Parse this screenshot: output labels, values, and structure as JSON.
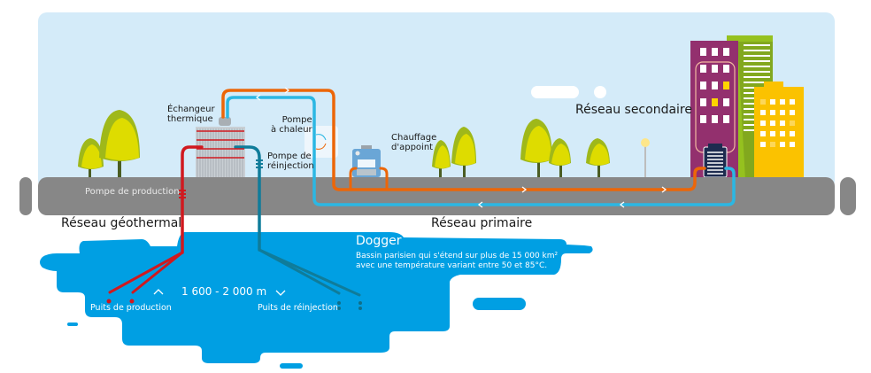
{
  "title": "Géothermie - réseau de chaleur",
  "labels": {
    "echangeur_line1": "Échangeur",
    "echangeur_line2": "thermique",
    "pompe_chaleur_line1": "Pompe",
    "pompe_chaleur_line2": "à chaleur",
    "pompe_reinjection_line1": "Pompe de",
    "pompe_reinjection_line2": "réinjection",
    "chauffage_line1": "Chauffage",
    "chauffage_line2": "d'appoint",
    "reseau_secondaire": "Réseau secondaire",
    "pompe_production": "Pompe de production",
    "reseau_geothermal": "Réseau géothermal",
    "reseau_primaire": "Réseau primaire",
    "dogger_title": "Dogger",
    "dogger_desc_line1": "Bassin parisien qui s'étend sur plus de 15 000 km²",
    "dogger_desc_line2": "avec une température variant entre 50 et 85°C.",
    "depth": "1 600 - 2 000 m",
    "puits_production": "Puits de production",
    "puits_reinjection": "Puits de réinjection"
  },
  "colors": {
    "sky": "#d4ebf9",
    "ground": "#878787",
    "aquifer": "#009fe3",
    "hot_pipe": "#d0191f",
    "cold_pipe": "#0f7c9a",
    "primary_hot": "#ec6608",
    "primary_cold": "#2bb7e3",
    "tree_dark": "#9fb81a",
    "tree_light": "#dedc00",
    "building_purple": "#93306e",
    "building_green": "#95c11f",
    "building_yellow": "#fbc200"
  },
  "icons": {
    "flow_arrow_right": "›",
    "flow_arrow_left": "‹",
    "depth_up": "^",
    "depth_down": "v"
  }
}
